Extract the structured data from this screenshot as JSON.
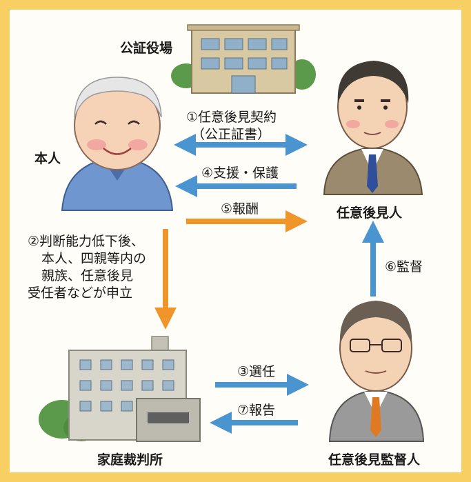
{
  "nodes": {
    "notary_office": "公証役場",
    "principal": "本人",
    "guardian": "任意後見人",
    "family_court": "家庭裁判所",
    "supervisor": "任意後見監督人"
  },
  "steps": {
    "contract_line1": "①任意後見契約",
    "contract_line2": "（公正証書）",
    "support": "④支援・保護",
    "reward": "⑤報酬",
    "request_lines": [
      "②判断能力低下後、",
      "本人、四親等内の",
      "親族、任意後見",
      "受任者などが申立"
    ],
    "appoint": "③選任",
    "report": "⑦報告",
    "supervise": "⑥監督"
  },
  "colors": {
    "frame": "#f7cf62",
    "blue_arrow": "#4a94d0",
    "orange_arrow": "#f0952a"
  }
}
